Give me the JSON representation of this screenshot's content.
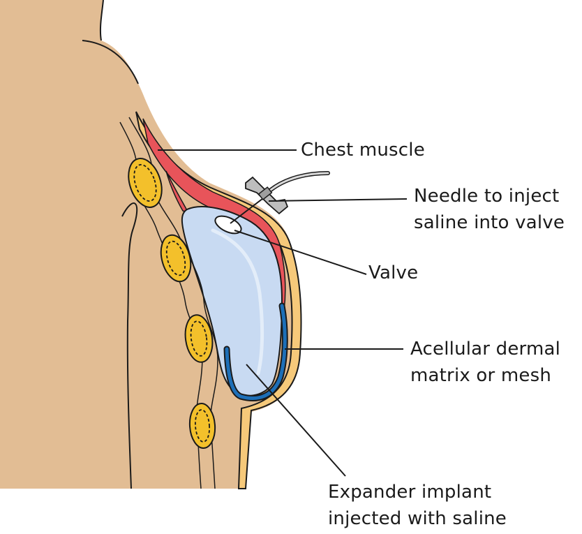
{
  "labels": {
    "chest_muscle": "Chest muscle",
    "needle_line1": "Needle to inject",
    "needle_line2": "saline into valve",
    "valve": "Valve",
    "matrix_line1": "Acellular dermal",
    "matrix_line2": "matrix or mesh",
    "expander_line1": "Expander implant",
    "expander_line2": "injected with saline"
  },
  "colors": {
    "skin": "#e2bd94",
    "fat_layer": "#f6c97a",
    "muscle": "#e8545a",
    "implant": "#c8daf2",
    "mesh": "#1d6fb8",
    "lymph_node": "#f3c02b",
    "outline": "#1a1a1a"
  }
}
